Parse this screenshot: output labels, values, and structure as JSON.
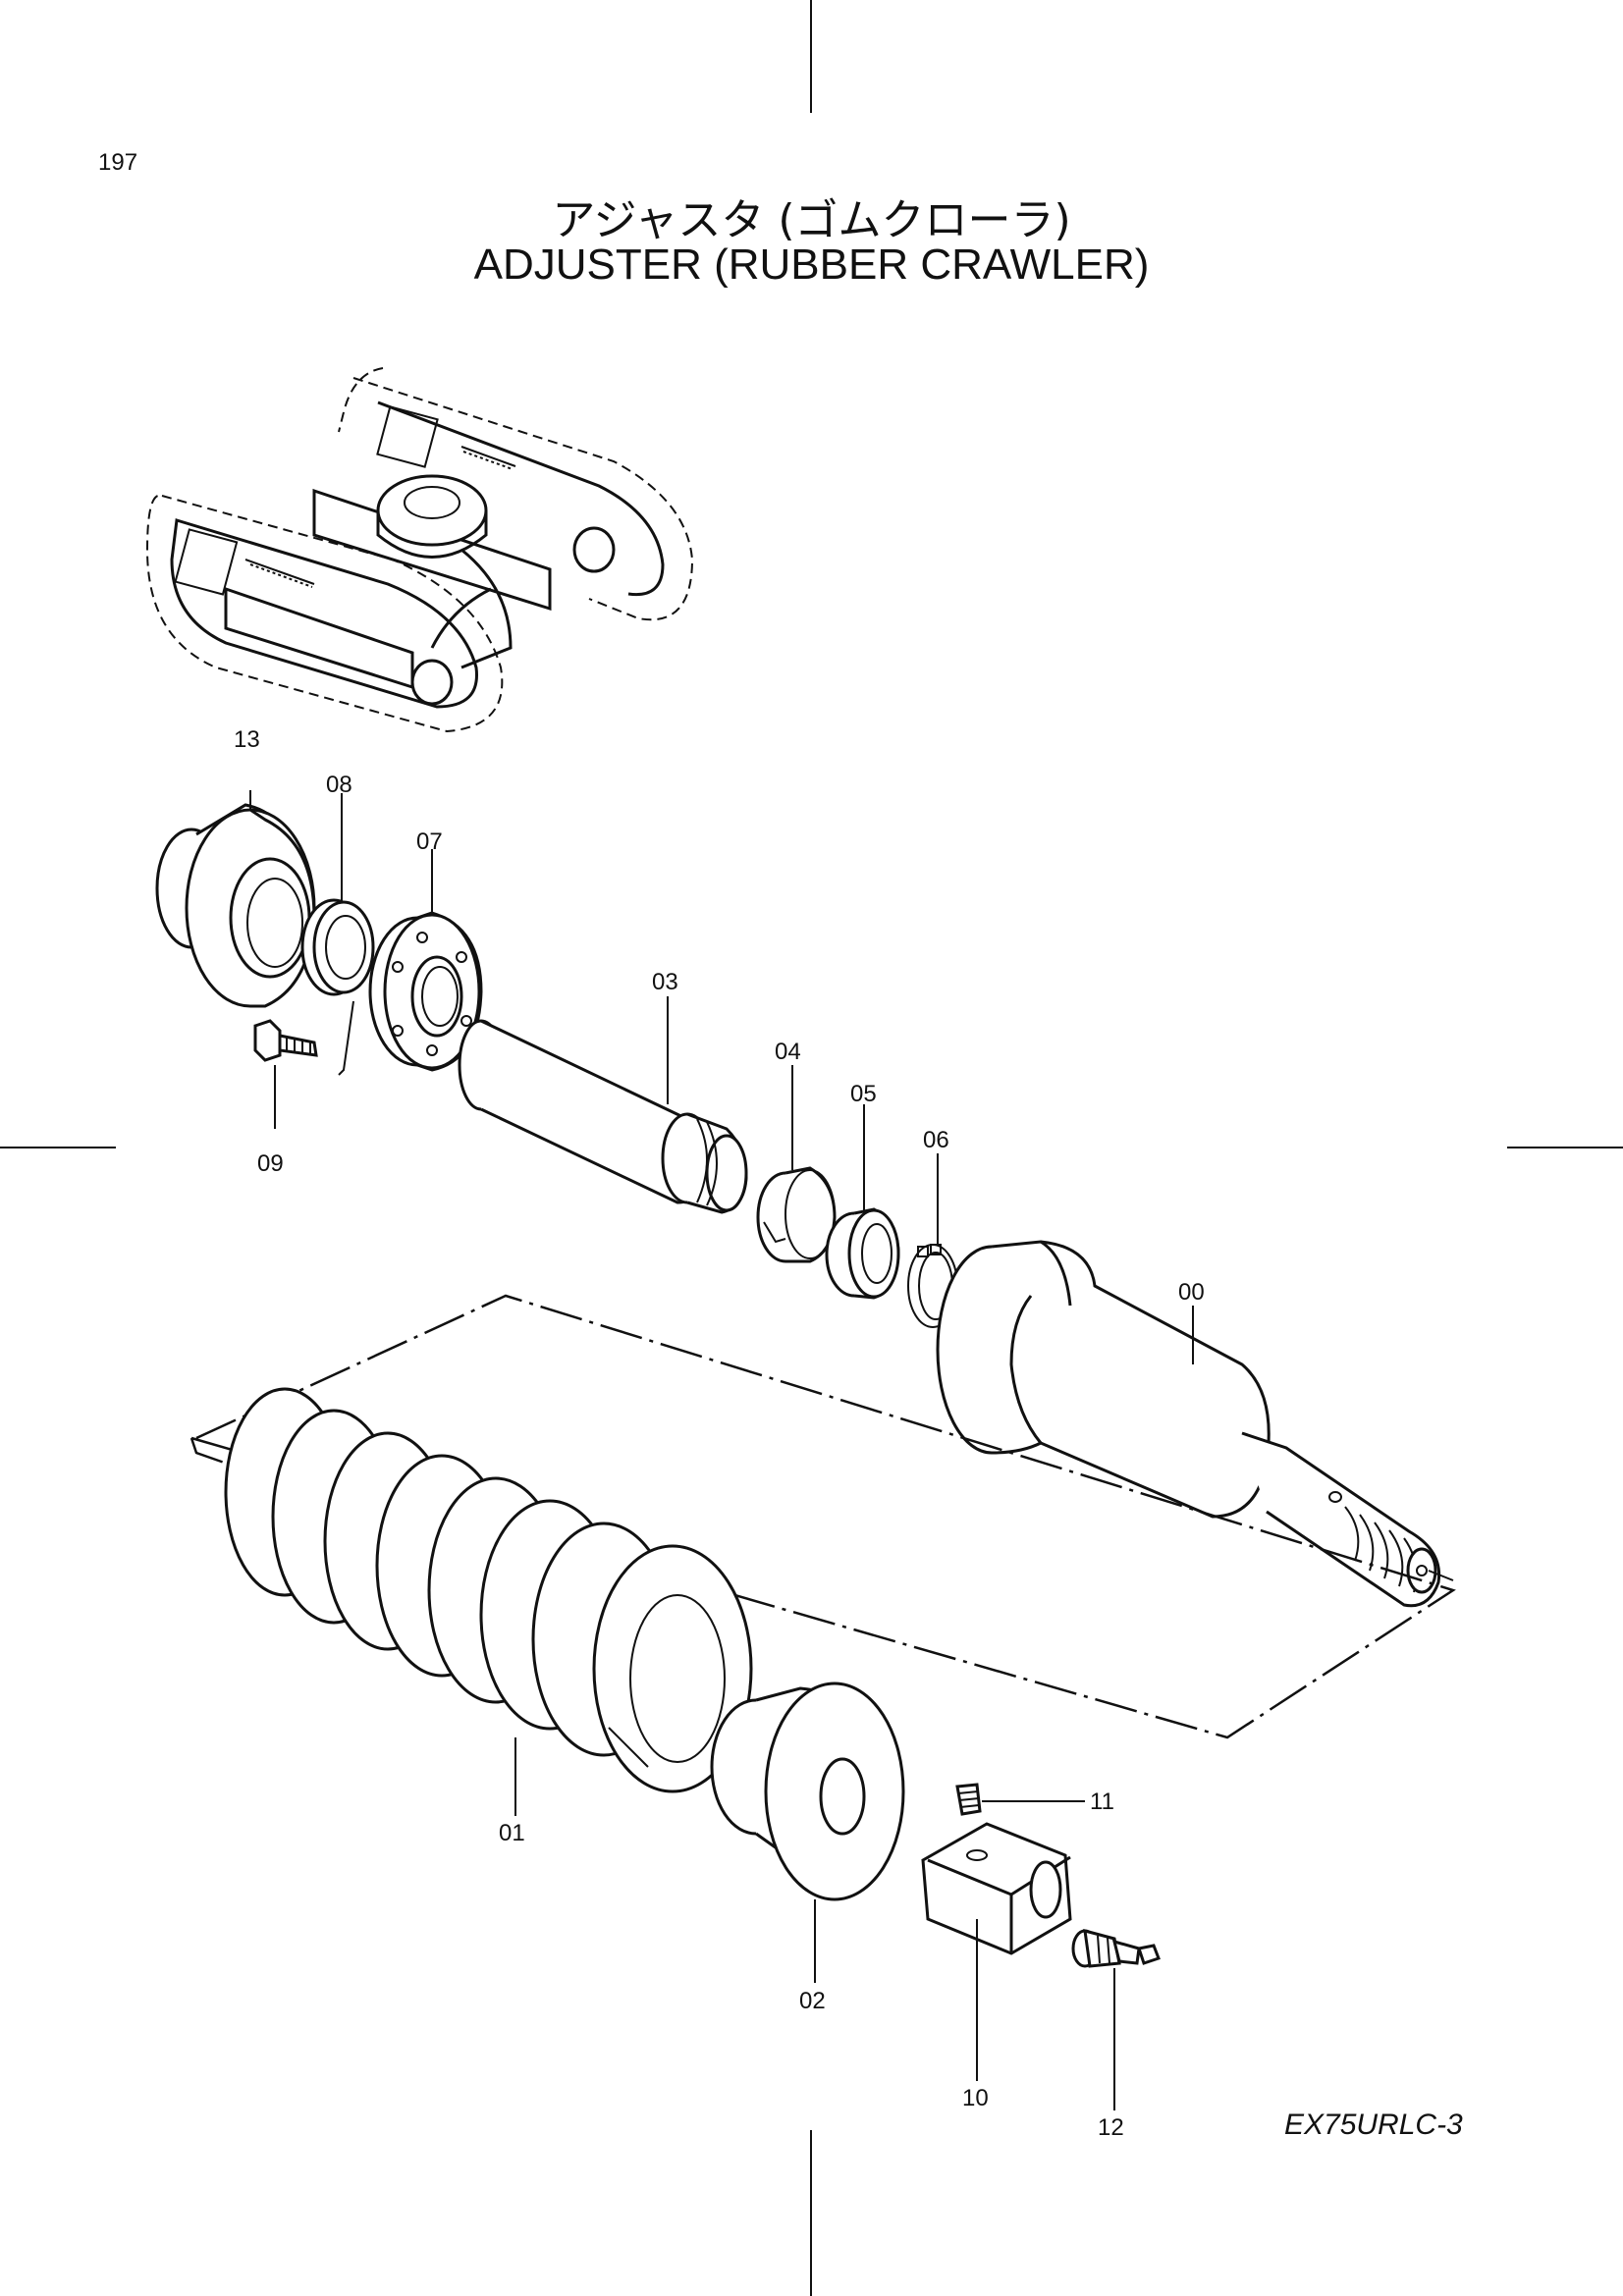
{
  "page": {
    "number": "197",
    "model_code": "EX75URLC-3"
  },
  "title": {
    "japanese": "アジャスタ (ゴムクローラ)",
    "english": "ADJUSTER  (RUBBER CRAWLER)"
  },
  "parts": [
    {
      "id": "13",
      "label": "13"
    },
    {
      "id": "08",
      "label": "08"
    },
    {
      "id": "07",
      "label": "07"
    },
    {
      "id": "09",
      "label": "09"
    },
    {
      "id": "03",
      "label": "03"
    },
    {
      "id": "04",
      "label": "04"
    },
    {
      "id": "05",
      "label": "05"
    },
    {
      "id": "06",
      "label": "06"
    },
    {
      "id": "00",
      "label": "00"
    },
    {
      "id": "01",
      "label": "01"
    },
    {
      "id": "02",
      "label": "02"
    },
    {
      "id": "11",
      "label": "11"
    },
    {
      "id": "10",
      "label": "10"
    },
    {
      "id": "12",
      "label": "12"
    }
  ],
  "icons": {
    "undercarriage": "undercarriage-frame-icon",
    "spring": "coil-spring-icon",
    "cylinder": "adjuster-cylinder-icon",
    "grease_fitting": "grease-fitting-icon"
  }
}
